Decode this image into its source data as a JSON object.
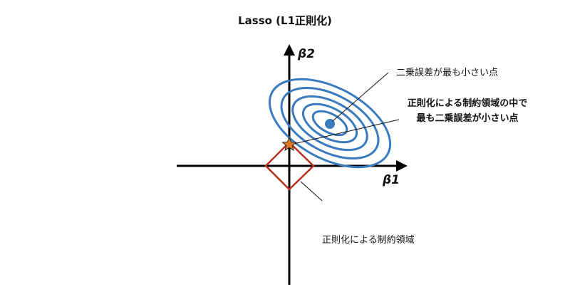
{
  "title": "Lasso (L1正則化)",
  "axes": {
    "x_label": "β1",
    "y_label": "β2"
  },
  "annotations": {
    "min_error_point": "二乗誤差が最も小さい点",
    "constrained_min_line1": "正則化による制約領域の中で",
    "constrained_min_line2": "最も二乗誤差が小さい点",
    "constraint_region": "正則化による制約領域"
  },
  "colors": {
    "contour": "#3a7bbf",
    "diamond": "#b5301f",
    "star": "#e07b24",
    "axis": "#000000"
  }
}
